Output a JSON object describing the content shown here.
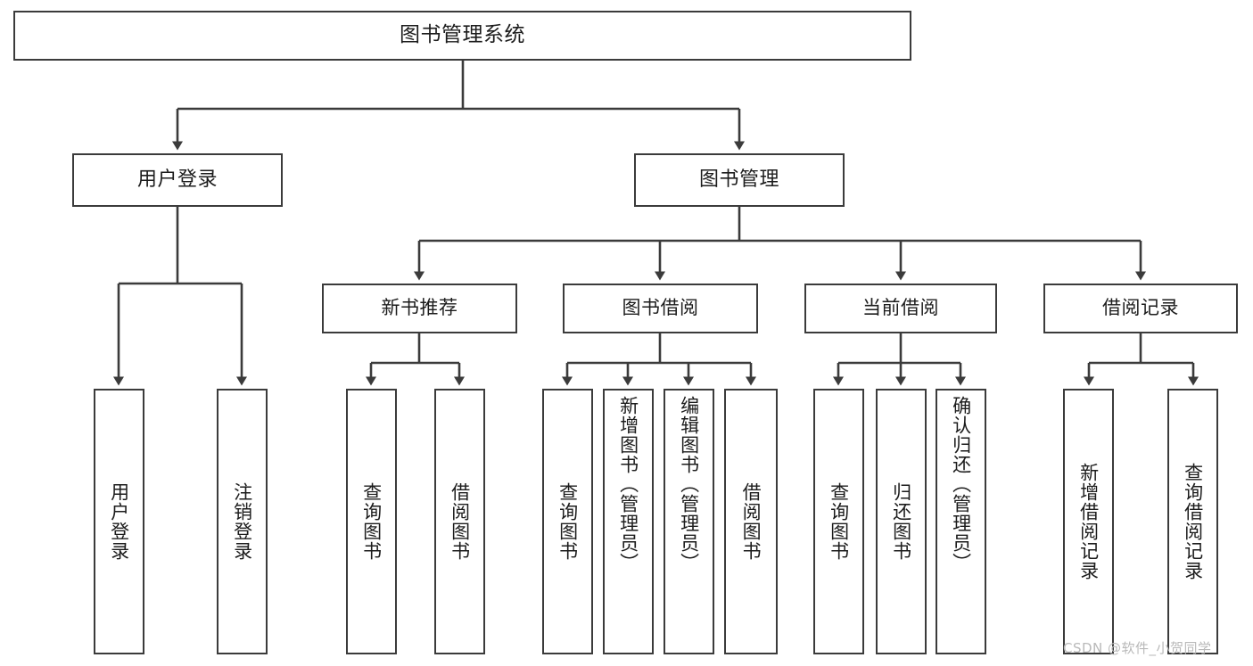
{
  "diagram": {
    "title": "图书管理系统",
    "type": "tree",
    "line_color": "#3b3b3b",
    "box_fill": "#ffffff",
    "text_color": "#1c1c1c",
    "levels": [
      {
        "level": 1,
        "nodes": [
          {
            "id": "root",
            "label": "图书管理系统"
          }
        ]
      },
      {
        "level": 2,
        "nodes": [
          {
            "id": "login",
            "label": "用户登录"
          },
          {
            "id": "bookmgmt",
            "label": "图书管理"
          }
        ]
      },
      {
        "level": 3,
        "nodes": [
          {
            "id": "newbook",
            "label": "新书推荐"
          },
          {
            "id": "borrow",
            "label": "图书借阅"
          },
          {
            "id": "current",
            "label": "当前借阅"
          },
          {
            "id": "record",
            "label": "借阅记录"
          }
        ]
      },
      {
        "level": 4,
        "nodes": [
          {
            "id": "leaf1",
            "label": "用户登录"
          },
          {
            "id": "leaf2",
            "label": "注销登录"
          },
          {
            "id": "leaf3",
            "label": "查询图书"
          },
          {
            "id": "leaf4",
            "label": "借阅图书"
          },
          {
            "id": "leaf5",
            "label": "查询图书"
          },
          {
            "id": "leaf6",
            "label": "新增图书（管理员）"
          },
          {
            "id": "leaf7",
            "label": "编辑图书（管理员）"
          },
          {
            "id": "leaf8",
            "label": "借阅图书"
          },
          {
            "id": "leaf9",
            "label": "查询图书"
          },
          {
            "id": "leaf10",
            "label": "归还图书"
          },
          {
            "id": "leaf11",
            "label": "确认归还（管理员）"
          },
          {
            "id": "leaf12",
            "label": "新增借阅记录"
          },
          {
            "id": "leaf13",
            "label": "查询借阅记录"
          }
        ]
      }
    ]
  },
  "watermark": {
    "text": "CSDN @软件_小贺同学"
  }
}
